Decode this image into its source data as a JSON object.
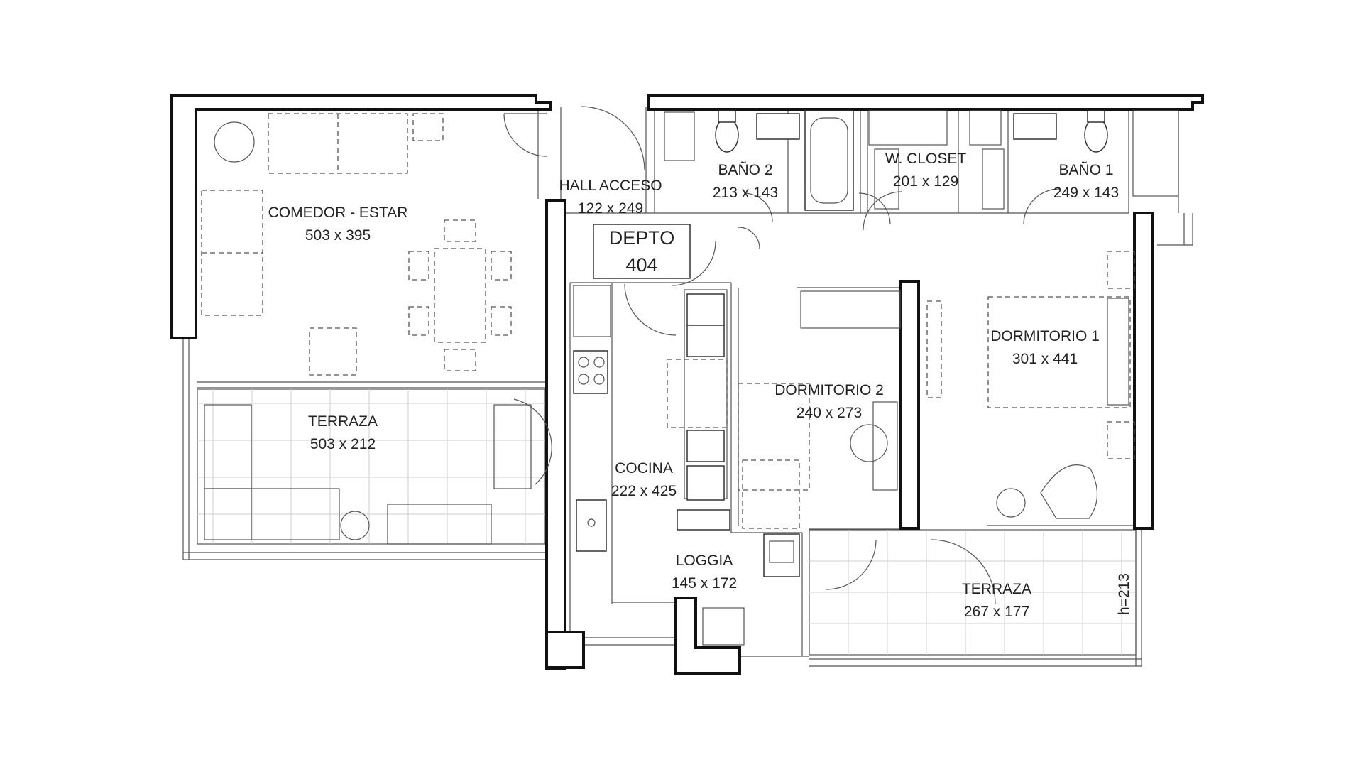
{
  "unit": {
    "label": "DEPTO",
    "number": "404"
  },
  "rooms": {
    "comedor": {
      "name": "COMEDOR - ESTAR",
      "dims": "503 x 395"
    },
    "hall": {
      "name": "HALL ACCESO",
      "dims": "122 x 249"
    },
    "bano2": {
      "name": "BAÑO 2",
      "dims": "213 x 143"
    },
    "wcloset": {
      "name": "W. CLOSET",
      "dims": "201 x 129"
    },
    "bano1": {
      "name": "BAÑO 1",
      "dims": "249 x 143"
    },
    "dorm1": {
      "name": "DORMITORIO 1",
      "dims": "301 x 441"
    },
    "dorm2": {
      "name": "DORMITORIO 2",
      "dims": "240 x 273"
    },
    "cocina": {
      "name": "COCINA",
      "dims": "222 x 425"
    },
    "loggia": {
      "name": "LOGGIA",
      "dims": "145 x 172"
    },
    "terraza1": {
      "name": "TERRAZA",
      "dims": "503 x 212"
    },
    "terraza2": {
      "name": "TERRAZA",
      "dims": "267 x 177"
    }
  },
  "annotations": {
    "height": "h=213"
  }
}
